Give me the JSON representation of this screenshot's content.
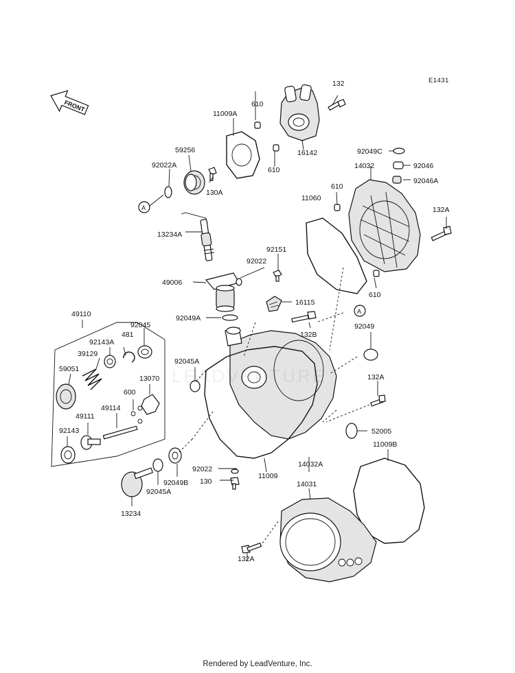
{
  "diagram_code": "E1431",
  "front_label": "FRONT",
  "footer": "Rendered by LeadVenture, Inc.",
  "watermark": "LEADVENTURE",
  "ref_markers": [
    "A",
    "A"
  ],
  "labels": {
    "p132_top": "132",
    "p11009A": "11009A",
    "p610_a": "610",
    "p610_b": "610",
    "p16142": "16142",
    "p59256": "59256",
    "p92022A": "92022A",
    "p130A": "130A",
    "p92049C": "92049C",
    "p92046": "92046",
    "p14032": "14032",
    "p92046A": "92046A",
    "p610_c": "610",
    "p11060": "11060",
    "p132A_a": "132A",
    "p13234A": "13234A",
    "p92151": "92151",
    "p92022_a": "92022",
    "p49006": "49006",
    "p610_d": "610",
    "p16115": "16115",
    "p92049A": "92049A",
    "p49110": "49110",
    "p92045_a": "92045",
    "p481": "481",
    "p92143A": "92143A",
    "p39129": "39129",
    "p132B": "132B",
    "p92049": "92049",
    "p92045A_a": "92045A",
    "p59051": "59051",
    "p13070": "13070",
    "p600": "600",
    "p49114": "49114",
    "p49111": "49111",
    "p132A_b": "132A",
    "p52005": "52005",
    "p92143": "92143",
    "p11009B": "11009B",
    "p14032A": "14032A",
    "p92022_b": "92022",
    "p11009": "11009",
    "p130": "130",
    "p92049B": "92049B",
    "p92045A_b": "92045A",
    "p14031": "14031",
    "p13234": "13234",
    "p132A_c": "132A"
  }
}
